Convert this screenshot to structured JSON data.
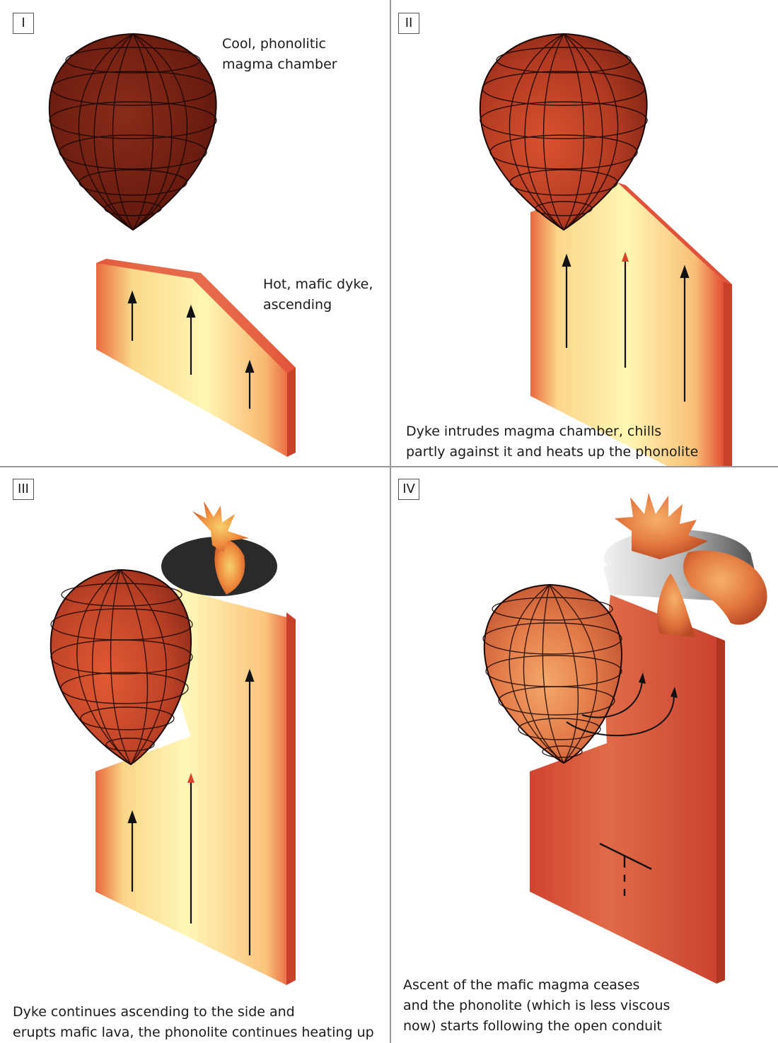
{
  "panels": [
    {
      "number": "I",
      "labels": [
        "Cool, phonolitic\nmagma chamber",
        "Hot, mafic dyke,\nascending"
      ]
    },
    {
      "number": "II",
      "labels": [
        "Dyke intrudes magma chamber, chills\npartly against it and heats up the phonolite"
      ]
    },
    {
      "number": "III",
      "labels": [
        "Dyke continues ascending to the side and\nerupts mafic lava, the phonolite continues heating up"
      ]
    },
    {
      "number": "IV",
      "labels": [
        "Ascent of the mafic magma ceases\nand the phonolite (which is less viscous\nnow) starts following the open conduit"
      ]
    }
  ],
  "colors": {
    "chamber_cool": "#7a2314",
    "chamber_warm": "#c8442a",
    "dyke_hot": "#fdf3a6",
    "dyke_edge": "#e0523a",
    "arrow": "#111111",
    "arrow_red": "#d8432a",
    "vent": "#2a2a2a"
  }
}
